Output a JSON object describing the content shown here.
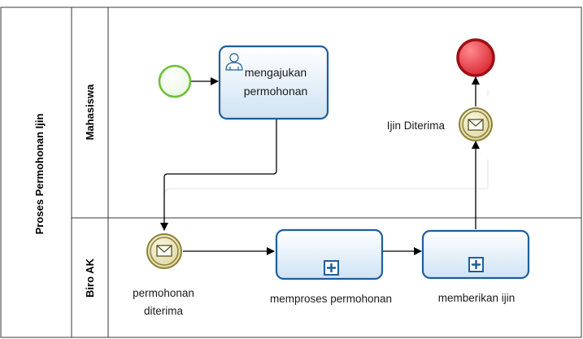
{
  "pool": {
    "label": "Proses Permohonan Ijin"
  },
  "lanes": [
    {
      "label": "Mahasiswa"
    },
    {
      "label": "Biro AK"
    }
  ],
  "tasks": {
    "mengajukan": {
      "line1": "mengajukan",
      "line2": "permohonan",
      "icon": "user-icon"
    },
    "memproses": {
      "label": "memproses permohonan",
      "icon": "subprocess-plus-icon"
    },
    "memberikan": {
      "label": "memberikan ijin",
      "icon": "subprocess-plus-icon"
    }
  },
  "events": {
    "start": {
      "type": "start"
    },
    "permohonan_diterima": {
      "type": "intermediate-message",
      "line1": "permohonan",
      "line2": "diterima"
    },
    "ijin_diterima": {
      "type": "intermediate-message",
      "label": "Ijin Diterima"
    },
    "end": {
      "type": "end"
    }
  },
  "colors": {
    "task_border": "#1f5e9c",
    "task_fill_top": "#ffffff",
    "task_fill_bottom": "#cfe3f5",
    "start_border": "#6bbf3a",
    "end_border": "#b31217",
    "end_fill": "#e8404a",
    "message_border": "#8c8038",
    "message_fill": "#e9e4b8"
  }
}
